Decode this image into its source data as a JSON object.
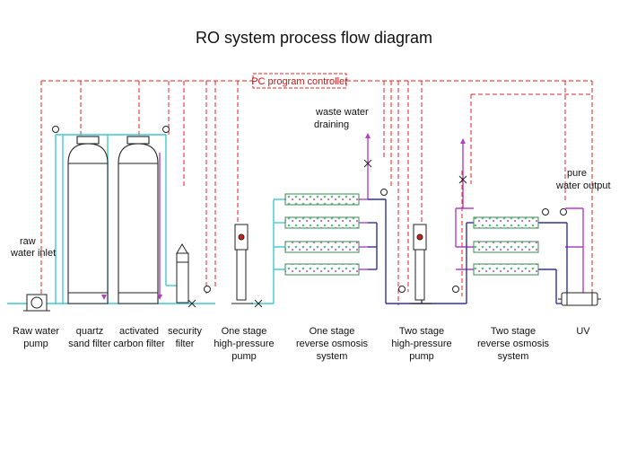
{
  "title": "RO system process flow diagram",
  "controller_label": "PC program controller",
  "annotations": {
    "raw_inlet": [
      "raw",
      "water inlet"
    ],
    "waste": [
      "waste water",
      "draining"
    ],
    "pure_output": [
      "pure",
      "water output"
    ]
  },
  "components": [
    {
      "id": "raw-water-pump",
      "lines": [
        "Raw water",
        "pump"
      ]
    },
    {
      "id": "quartz-sand-filter",
      "lines": [
        "quartz",
        "sand filter"
      ]
    },
    {
      "id": "activated-carbon-filter",
      "lines": [
        "activated",
        "carbon filter"
      ]
    },
    {
      "id": "security-filter",
      "lines": [
        "security",
        "filter"
      ]
    },
    {
      "id": "one-stage-pump",
      "lines": [
        "One stage",
        "high-pressure",
        "pump"
      ]
    },
    {
      "id": "one-stage-ro",
      "lines": [
        "One stage",
        "reverse osmosis",
        "system"
      ]
    },
    {
      "id": "two-stage-pump",
      "lines": [
        "Two stage",
        "high-pressure",
        "pump"
      ]
    },
    {
      "id": "two-stage-ro",
      "lines": [
        "Two stage",
        "reverse osmosis",
        "system"
      ]
    },
    {
      "id": "uv",
      "lines": [
        "UV"
      ]
    }
  ],
  "colors": {
    "controller": "#e02020",
    "raw_water": "#40c8d0",
    "concentrate": "#b040c0",
    "high_pressure": "#3030a0",
    "equipment": "#222222"
  }
}
